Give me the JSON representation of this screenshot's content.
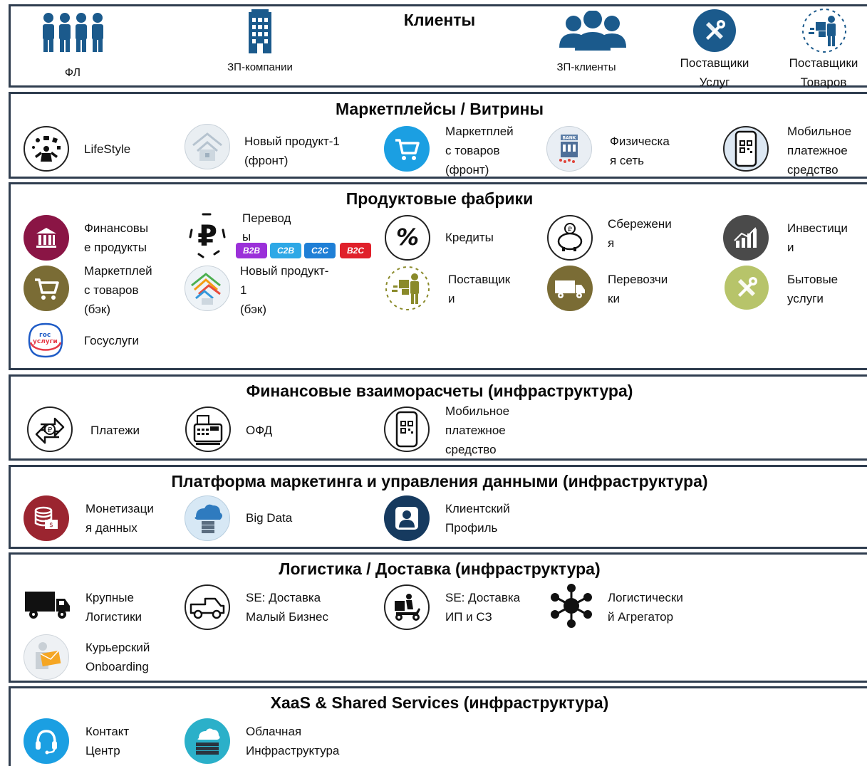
{
  "clients": {
    "title": "Клиенты",
    "items": [
      {
        "label": "ФЛ",
        "icon": "people-group-icon"
      },
      {
        "label": "ЗП-компании",
        "icon": "office-building-icon"
      },
      {
        "label": "ЗП-клиенты",
        "icon": "users-icon"
      },
      {
        "label": "Поставщики\nУслуг",
        "icon": "tools-icon"
      },
      {
        "label": "Поставщики\nТоваров",
        "icon": "delivery-man-icon"
      }
    ]
  },
  "marketplaces": {
    "title": "Маркетплейсы / Витрины",
    "items": [
      {
        "label": "LifeStyle",
        "icon": "lifestyle-icon"
      },
      {
        "label": "Новый продукт-1\n(фронт)",
        "icon": "houses-icon"
      },
      {
        "label": "Маркетплей\nс товаров\n(фронт)",
        "icon": "cart-icon"
      },
      {
        "label": "Физическа\nя сеть",
        "icon": "bank-icon"
      },
      {
        "label": "Мобильное\nплатежное\nсредство",
        "icon": "mobile-qr-icon"
      }
    ]
  },
  "factories": {
    "title": "Продуктовые фабрики",
    "items": [
      {
        "label": "Финансовы\nе продукты",
        "icon": "bank-columns-icon"
      },
      {
        "label": "Перевод\nы",
        "icon": "ruble-transfer-icon"
      },
      {
        "label": "Кредиты",
        "icon": "percent-icon"
      },
      {
        "label": "Сбережени\nя",
        "icon": "piggy-bank-icon"
      },
      {
        "label": "Инвестици\nи",
        "icon": "growth-chart-icon"
      },
      {
        "label": "Маркетплей\nс товаров\n(бэк)",
        "icon": "cart-icon"
      },
      {
        "label": "Новый продукт-\n1\n(бэк)",
        "icon": "houses-color-icon"
      },
      {
        "label": "Поставщик\nи",
        "icon": "delivery-man-icon"
      },
      {
        "label": "Перевозчи\nки",
        "icon": "truck-icon"
      },
      {
        "label": "Бытовые\nуслуги",
        "icon": "tools-icon"
      },
      {
        "label": "Госуслуги",
        "icon": "gosuslugi-logo"
      }
    ],
    "tags": [
      "B2B",
      "C2B",
      "C2C",
      "B2C"
    ],
    "tag_colors": [
      "#9b30d9",
      "#2ea8e6",
      "#1f7fd6",
      "#e0202a"
    ],
    "gosuslugi_logo_text": [
      "гос",
      "услуги"
    ]
  },
  "finance_infra": {
    "title": "Финансовые взаиморасчеты (инфраструктура)",
    "items": [
      {
        "label": "Платежи",
        "icon": "exchange-icon"
      },
      {
        "label": "ОФД",
        "icon": "cash-register-icon"
      },
      {
        "label": "Мобильное\nплатежное\nсредство",
        "icon": "mobile-qr-icon"
      }
    ]
  },
  "marketing_platform": {
    "title": "Платформа маркетинга и управления данными (инфраструктура)",
    "items": [
      {
        "label": "Монетизаци\nя данных",
        "icon": "database-money-icon"
      },
      {
        "label": "Big Data",
        "icon": "cloud-server-icon"
      },
      {
        "label": "Клиентский\nПрофиль",
        "icon": "user-profile-icon"
      }
    ]
  },
  "logistics": {
    "title": "Логистика / Доставка (инфраструктура)",
    "items": [
      {
        "label": "Крупные\nЛогистики",
        "icon": "truck-icon"
      },
      {
        "label": "SE: Доставка\nМалый Бизнес",
        "icon": "pickup-truck-icon"
      },
      {
        "label": "SE: Доставка\nИП и СЗ",
        "icon": "scooter-courier-icon"
      },
      {
        "label": "Логистически\nй Агрегатор",
        "icon": "network-hub-icon"
      },
      {
        "label": "Курьерский\nOnboarding",
        "icon": "courier-envelope-icon"
      }
    ]
  },
  "xaas": {
    "title": "XaaS & Shared Services (инфраструктура)",
    "items": [
      {
        "label": "Контакт\nЦентр",
        "icon": "headset-icon"
      },
      {
        "label": "Облачная\nИнфраструктура",
        "icon": "cloud-infra-icon"
      }
    ]
  },
  "colors": {
    "border": "#2f3d4f",
    "navy": "#1b5a8c",
    "cyan": "#1b9fe2",
    "olive": "#7a6c35",
    "maroon": "#8a1545",
    "darkgray": "#4a4a4a",
    "darkred": "#9b2530",
    "darknavy": "#163a5f"
  }
}
